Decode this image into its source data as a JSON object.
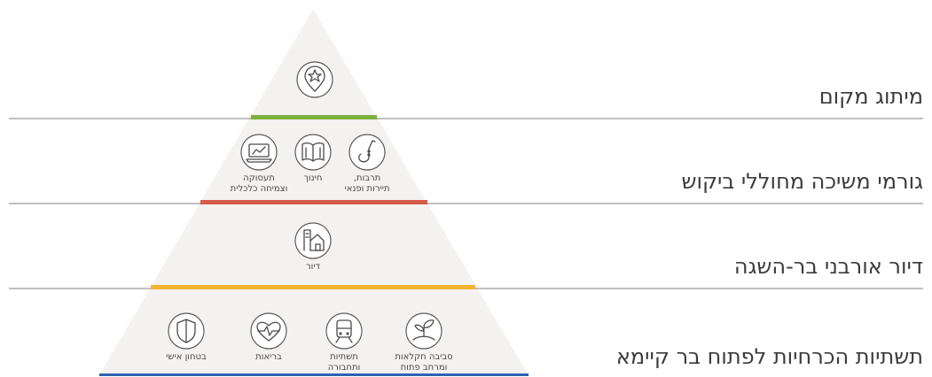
{
  "colors": {
    "pyramid_fill": "#f4f1f1",
    "divider": "#9a9a9a",
    "tier1_bar": "#7eaf3f",
    "tier2_bar": "#d65a4a",
    "tier3_bar": "#f2b531",
    "tier4_bar": "#2f62b0"
  },
  "tiers": [
    {
      "label": "מיתוג מקום",
      "items": [
        {
          "icon": "location-star-icon",
          "caption": ""
        }
      ]
    },
    {
      "label": "גורמי משיכה מחוללי ביקוש",
      "items": [
        {
          "icon": "laptop-chart-icon",
          "caption": "תעסוקה\nוצמיחה כלכלית"
        },
        {
          "icon": "book-icon",
          "caption": "חינוך"
        },
        {
          "icon": "saxophone-icon",
          "caption": "תרבות,\nתיירות ופנאי"
        }
      ]
    },
    {
      "label": "דיור אורבני בר-השגה",
      "items": [
        {
          "icon": "house-icon",
          "caption": "דיור"
        }
      ]
    },
    {
      "label": "תשתיות הכרחיות לפתוח בר קיימא",
      "items": [
        {
          "icon": "shield-icon",
          "caption": "בטחון אישי"
        },
        {
          "icon": "heart-pulse-icon",
          "caption": "בריאות"
        },
        {
          "icon": "train-icon",
          "caption": "תשתיות\nותחבורה"
        },
        {
          "icon": "plant-icon",
          "caption": "סביבה חקלאות\nומרחב פתוח"
        }
      ]
    }
  ]
}
